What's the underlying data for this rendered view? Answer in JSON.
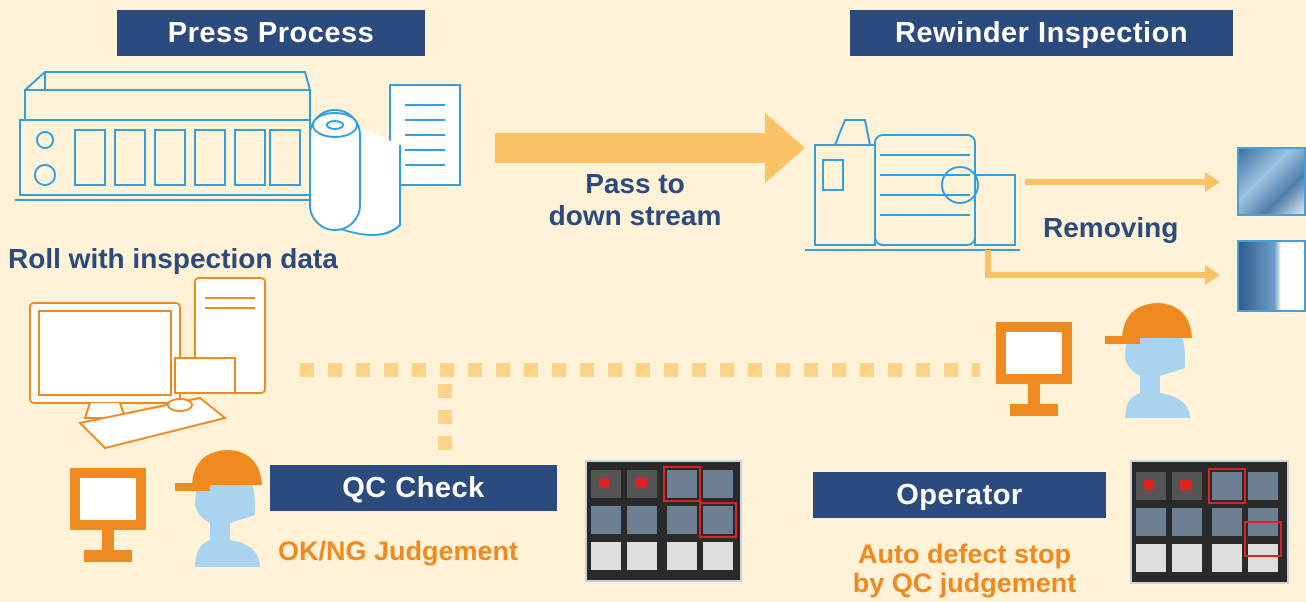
{
  "press": {
    "title": "Press Process",
    "caption": "Roll with inspection data"
  },
  "rewinder": {
    "title": "Rewinder Inspection"
  },
  "flow": {
    "pass_label": "Pass to\ndown stream",
    "removing_label": "Removing"
  },
  "qc": {
    "title": "QC Check",
    "subtitle": "OK/NG Judgement"
  },
  "operator": {
    "title": "Operator",
    "subtitle": "Auto defect stop\nby QC judgement"
  },
  "colors": {
    "navy": "#2b4a7e",
    "orange": "#ee8a1f",
    "arrow": "#fbc265",
    "dots": "#fbd38a",
    "skin": "#a8d4f0",
    "line_art": "#2f9fe0"
  }
}
